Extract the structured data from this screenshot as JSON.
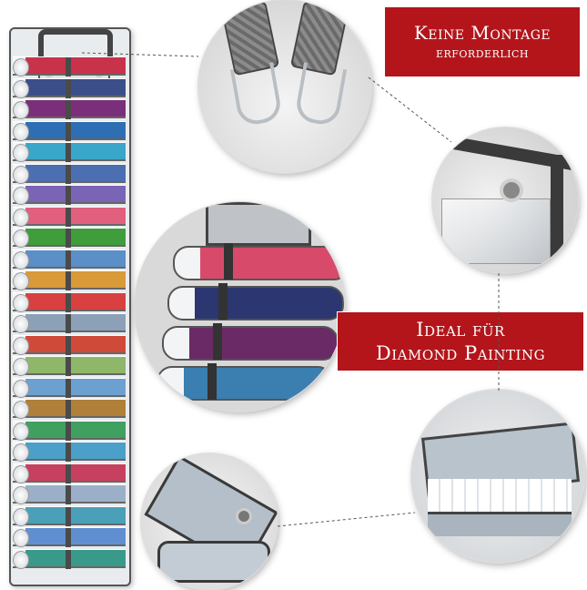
{
  "banners": {
    "mounting": {
      "line1": "Keine Montage",
      "line2": "erforderlich"
    },
    "usage": {
      "line1": "Ideal für",
      "line2": "Diamond Painting"
    }
  },
  "colors": {
    "banner_bg": "#b3151b",
    "banner_text": "#ffffff",
    "strap": "#444444"
  },
  "organizer": {
    "roll_count": 24,
    "roll_colors": [
      "#c8324a",
      "#3c4e8a",
      "#7b2f7a",
      "#2e6fb4",
      "#3aa6c9",
      "#4b6fb0",
      "#7a64b5",
      "#e0607e",
      "#3f9d3b",
      "#5a8fc8",
      "#d99a3a",
      "#d94040",
      "#8ca0b8",
      "#d04a3a",
      "#8fb76a",
      "#6ca0d0",
      "#b0803a",
      "#3fa060",
      "#4aa0c8",
      "#c84060",
      "#9bb0c8",
      "#4aa0b8",
      "#5f8fd0",
      "#3a9a8a"
    ]
  },
  "zoom_rolls": {
    "colors": [
      "#d84a6a",
      "#2c3670",
      "#6a2a66",
      "#3a7fb0"
    ]
  }
}
